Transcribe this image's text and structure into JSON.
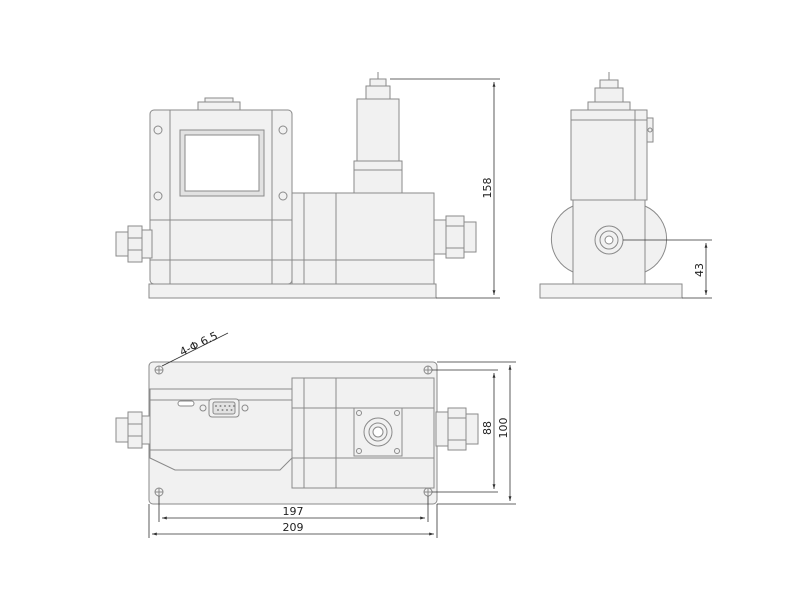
{
  "dimensions": {
    "height_overall": "158",
    "side_port_height": "43",
    "bolt_spacing_depth": "88",
    "base_depth": "100",
    "bolt_spacing_length": "197",
    "base_length": "209",
    "hole_callout": "4-Φ 6.5"
  },
  "colors": {
    "line": "#8a8a8a",
    "body_fill": "#f1f1f1",
    "shade_fill": "#e2e2e2",
    "screen_fill": "#ffffff",
    "dim_line": "#333333"
  }
}
